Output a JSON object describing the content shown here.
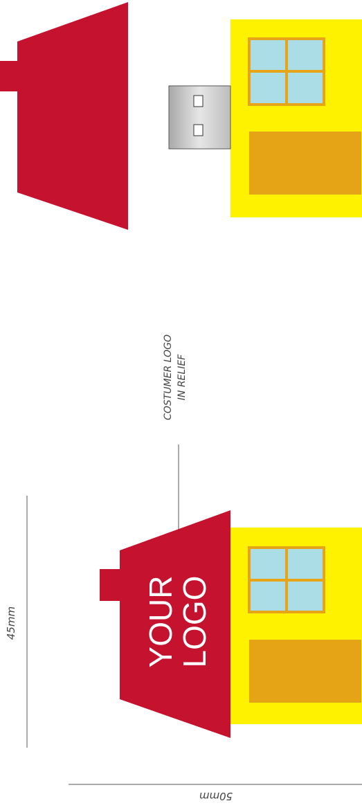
{
  "colors": {
    "roof_red": "#c4122f",
    "house_yellow": "#fff200",
    "window_glass": "#aadde6",
    "window_frame": "#e6a416",
    "door_orange": "#e5a416",
    "usb_metal": "#cfcfcf",
    "dimension_line": "#555555"
  },
  "dimensions": {
    "height_label": "45mm",
    "width_label": "50mm"
  },
  "callout": {
    "line1": "COSTUMER LOGO",
    "line2": "IN RELIEF"
  },
  "logo": {
    "line1": "YOUR",
    "line2": "LOGO"
  },
  "icons": {
    "usb_connector": "usb-connector-icon",
    "house": "house-icon"
  }
}
